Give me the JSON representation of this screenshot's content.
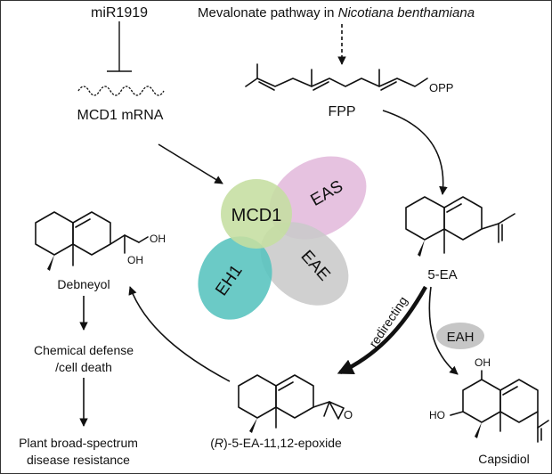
{
  "labels": {
    "mirna": "miR1919",
    "pathway_prefix": "Mevalonate pathway in ",
    "pathway_species": "Nicotiana benthamiana",
    "mrna": "MCD1 mRNA",
    "fpp": "FPP",
    "opp": "OPP",
    "ea5": "5-EA",
    "debneyol": "Debneyol",
    "oh": "OH",
    "defense_line1": "Chemical defense",
    "defense_line2": "/cell death",
    "resistance_line1": "Plant broad-spectrum",
    "resistance_line2": "disease resistance",
    "redirecting": "redirecting",
    "eah": "EAH",
    "epoxide_r": "R",
    "epoxide_rest": "-5-EA-11,12-epoxide",
    "epoxide_o": "O",
    "ho": "HO",
    "capsidiol": "Capsidiol"
  },
  "complex": {
    "mcd1": "MCD1",
    "eas": "EAS",
    "eh1": "EH1",
    "eae": "EAE"
  },
  "colors": {
    "mcd1": "#c5dea0",
    "eas": "#e2b9dc",
    "eh1": "#56c3be",
    "eae": "#c9c9c9",
    "eah_badge": "#c6c6c6"
  }
}
